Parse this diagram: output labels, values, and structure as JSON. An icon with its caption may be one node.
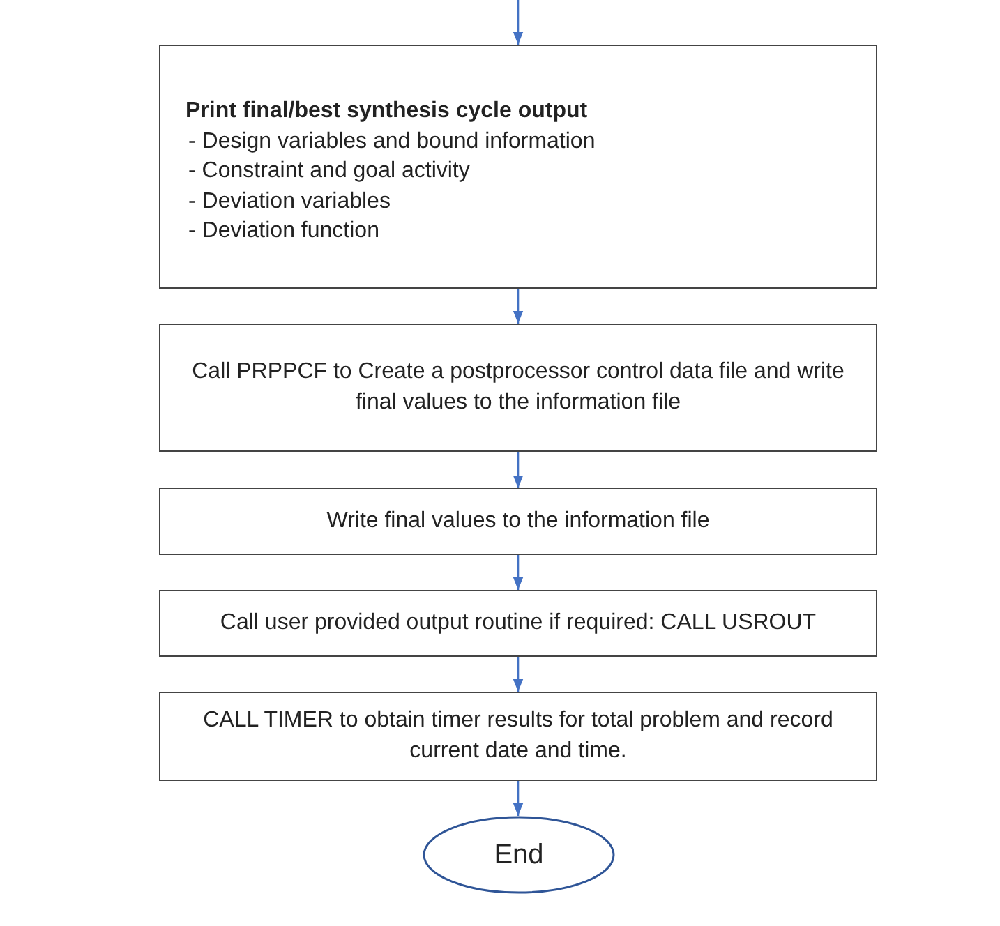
{
  "diagram": {
    "nodes": [
      {
        "text": [
          "Print final/best synthesis cycle output",
          "- Design variables and bound information",
          "- Constraint and goal activity",
          "- Deviation variables",
          "- Deviation function"
        ]
      },
      {
        "text": [
          "Call PRPPCF to Create a postprocessor control data file and write final values to the information file"
        ]
      },
      {
        "text": [
          "Write final values to the information file"
        ]
      },
      {
        "text": [
          "Call user provided output routine if required: CALL USROUT"
        ]
      },
      {
        "text": [
          "CALL TIMER to obtain timer results for total problem and record current date and time."
        ]
      },
      {
        "text": [
          "End"
        ]
      }
    ],
    "edges": [
      {
        "from": null,
        "to": 0,
        "arrow": "to"
      },
      {
        "from": 0,
        "to": 1,
        "arrow": "to"
      },
      {
        "from": 1,
        "to": 2,
        "arrow": "to"
      },
      {
        "from": 2,
        "to": 3,
        "arrow": "to"
      },
      {
        "from": 3,
        "to": 4,
        "arrow": "to"
      },
      {
        "from": 4,
        "to": 5,
        "arrow": "to"
      }
    ]
  }
}
